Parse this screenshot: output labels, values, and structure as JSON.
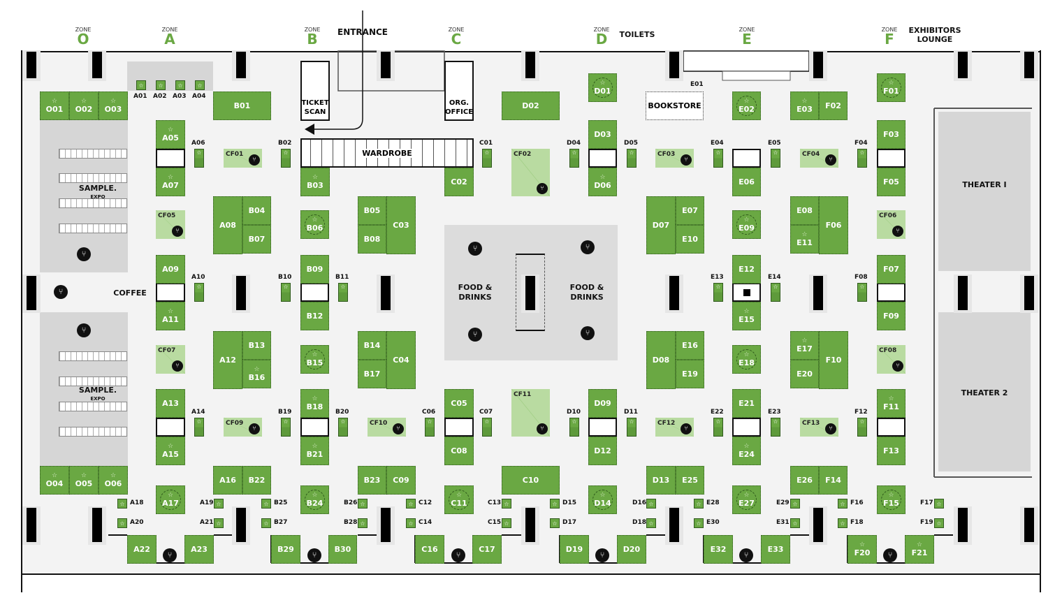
{
  "zones": [
    {
      "caption": "ZONE",
      "letter": "O"
    },
    {
      "caption": "ZONE",
      "letter": "A"
    },
    {
      "caption": "ZONE",
      "letter": "B"
    },
    {
      "caption": "ZONE",
      "letter": "C"
    },
    {
      "caption": "ZONE",
      "letter": "D"
    },
    {
      "caption": "ZONE",
      "letter": "E"
    },
    {
      "caption": "ZONE",
      "letter": "F"
    }
  ],
  "headers": {
    "entrance": "ENTRANCE",
    "toilets": "TOILETS",
    "exhibitors_lounge": "EXHIBITORS LOUNGE"
  },
  "areas": {
    "ticket_scan": "TICKET SCAN",
    "org_office": "ORG. OFFICE",
    "wardrobe": "WARDROBE",
    "bookstore": "BOOKSTORE",
    "e01": "E01",
    "sample_expo_1": "SAMPLE.",
    "sample_expo_1_sub": "EXPO",
    "sample_expo_2": "SAMPLE.",
    "sample_expo_2_sub": "EXPO",
    "coffee": "COFFEE",
    "food_1": "FOOD & DRINKS",
    "food_2": "FOOD & DRINKS",
    "theater_1": "THEATER I",
    "theater_2": "THEATER 2"
  },
  "colors": {
    "booth": "#6aa843",
    "featured": "#d21fd6",
    "cafe": "#b9dba1",
    "area": "#d6d6d6"
  },
  "booths": {
    "O01": "O01",
    "O02": "O02",
    "O03": "O03",
    "O04": "O04",
    "O05": "O05",
    "O06": "O06",
    "A01": "A01",
    "A02": "A02",
    "A03": "A03",
    "A04": "A04",
    "A05": "A05",
    "A06": "A06",
    "A07": "A07",
    "A08": "A08",
    "A09": "A09",
    "A10": "A10",
    "A11": "A11",
    "A12": "A12",
    "A13": "A13",
    "A14": "A14",
    "A15": "A15",
    "A16": "A16",
    "A17": "A17",
    "A18": "A18",
    "A19": "A19",
    "A20": "A20",
    "A21": "A21",
    "A22": "A22",
    "A23": "A23",
    "B01": "B01",
    "B02": "B02",
    "B03": "B03",
    "B04": "B04",
    "B05": "B05",
    "B06": "B06",
    "B07": "B07",
    "B08": "B08",
    "B09": "B09",
    "B10": "B10",
    "B11": "B11",
    "B12": "B12",
    "B13": "B13",
    "B14": "B14",
    "B15": "B15",
    "B16": "B16",
    "B17": "B17",
    "B18": "B18",
    "B19": "B19",
    "B20": "B20",
    "B21": "B21",
    "B22": "B22",
    "B23": "B23",
    "B24": "B24",
    "B25": "B25",
    "B26": "B26",
    "B27": "B27",
    "B28": "B28",
    "B29": "B29",
    "B30": "B30",
    "C01": "C01",
    "C02": "C02",
    "C03": "C03",
    "C04": "C04",
    "C05": "C05",
    "C06": "C06",
    "C07": "C07",
    "C08": "C08",
    "C09": "C09",
    "C10": "C10",
    "C11": "C11",
    "C12": "C12",
    "C13": "C13",
    "C14": "C14",
    "C15": "C15",
    "C16": "C16",
    "C17": "C17",
    "D01": "D01",
    "D02": "D02",
    "D03": "D03",
    "D04": "D04",
    "D05": "D05",
    "D06": "D06",
    "D07": "D07",
    "D08": "D08",
    "D09": "D09",
    "D10": "D10",
    "D11": "D11",
    "D12": "D12",
    "D13": "D13",
    "D14": "D14",
    "D15": "D15",
    "D16": "D16",
    "D17": "D17",
    "D18": "D18",
    "D19": "D19",
    "D20": "D20",
    "E02": "E02",
    "E03": "E03",
    "E04": "E04",
    "E05": "E05",
    "E06": "E06",
    "E07": "E07",
    "E08": "E08",
    "E09": "E09",
    "E10": "E10",
    "E11": "E11",
    "E12": "E12",
    "E13": "E13",
    "E14": "E14",
    "E15": "E15",
    "E16": "E16",
    "E17": "E17",
    "E18": "E18",
    "E19": "E19",
    "E20": "E20",
    "E21": "E21",
    "E22": "E22",
    "E23": "E23",
    "E24": "E24",
    "E25": "E25",
    "E26": "E26",
    "E27": "E27",
    "E28": "E28",
    "E29": "E29",
    "E30": "E30",
    "E31": "E31",
    "E32": "E32",
    "E33": "E33",
    "F01": "F01",
    "F02": "F02",
    "F03": "F03",
    "F04": "F04",
    "F05": "F05",
    "F06": "F06",
    "F07": "F07",
    "F08": "F08",
    "F09": "F09",
    "F10": "F10",
    "F11": "F11",
    "F12": "F12",
    "F13": "F13",
    "F14": "F14",
    "F15": "F15",
    "F16": "F16",
    "F17": "F17",
    "F18": "F18",
    "F19": "F19",
    "F20": "F20",
    "F21": "F21"
  },
  "cafes": {
    "CF01": "CF01",
    "CF02": "CF02",
    "CF03": "CF03",
    "CF04": "CF04",
    "CF05": "CF05",
    "CF06": "CF06",
    "CF07": "CF07",
    "CF08": "CF08",
    "CF09": "CF09",
    "CF10": "CF10",
    "CF11": "CF11",
    "CF12": "CF12",
    "CF13": "CF13"
  },
  "icons": {
    "booth_marker": "star-icon",
    "lounge": "seating-icon",
    "entrance_path": "arrow-left-icon"
  }
}
